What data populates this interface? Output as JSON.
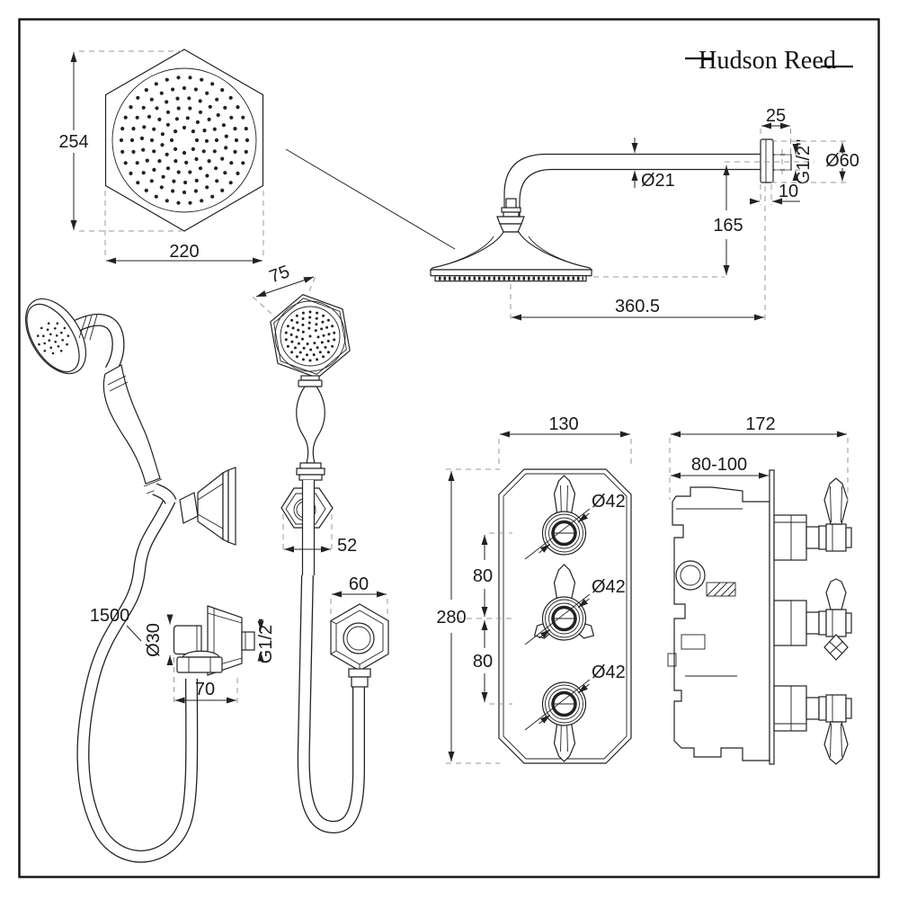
{
  "brand": {
    "name": "Hudson Reed"
  },
  "overhead_top": {
    "height": "254",
    "width": "220"
  },
  "overhead_side": {
    "plate_width": "25",
    "arm_diameter": "Ø21",
    "thread": "G1/2\"",
    "plate_diameter": "Ø60",
    "plate_depth": "10",
    "head_drop": "165",
    "arm_reach": "360.5"
  },
  "handset_front": {
    "head_width": "75",
    "bracket_width": "52"
  },
  "hose_elbow": {
    "hose_length": "1500",
    "pipe_diameter": "Ø30",
    "thread": "G1/2\"",
    "projection": "70"
  },
  "outlet_front": {
    "width": "60"
  },
  "valve_front": {
    "plate_width": "130",
    "plate_height": "280",
    "handle_gap_upper": "80",
    "handle_gap_lower": "80",
    "handle_dia_1": "Ø42",
    "handle_dia_2": "Ø42",
    "handle_dia_3": "Ø42"
  },
  "valve_side": {
    "overall_depth": "172",
    "recess_depth": "80-100"
  }
}
